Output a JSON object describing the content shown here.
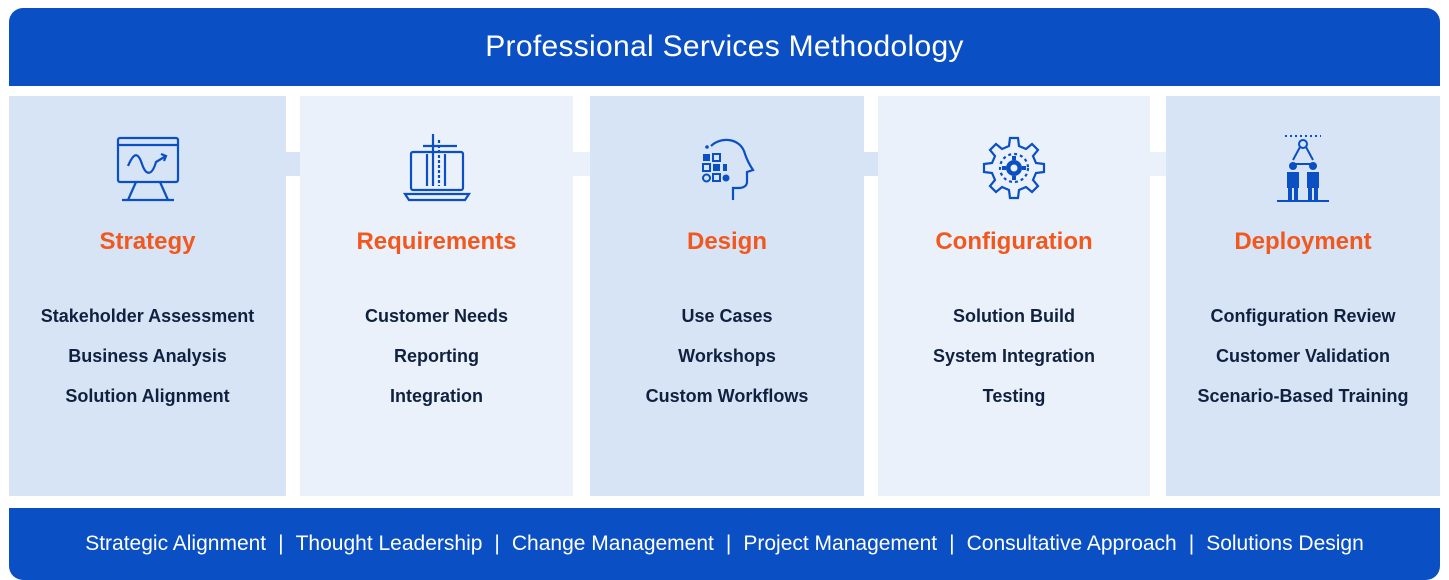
{
  "header": {
    "title": "Professional Services Methodology"
  },
  "phases": [
    {
      "title": "Strategy",
      "icon": "presentation-board-icon",
      "items": [
        "Stakeholder Assessment",
        "Business Analysis",
        "Solution Alignment"
      ]
    },
    {
      "title": "Requirements",
      "icon": "laptop-blueprint-icon",
      "items": [
        "Customer Needs",
        "Reporting",
        "Integration"
      ]
    },
    {
      "title": "Design",
      "icon": "head-thinking-icon",
      "items": [
        "Use Cases",
        "Workshops",
        "Custom Workflows"
      ]
    },
    {
      "title": "Configuration",
      "icon": "gear-cog-icon",
      "items": [
        "Solution Build",
        "System Integration",
        "Testing"
      ]
    },
    {
      "title": "Deployment",
      "icon": "team-network-icon",
      "items": [
        "Configuration Review",
        "Customer Validation",
        "Scenario-Based Training"
      ]
    }
  ],
  "footer": {
    "items": [
      "Strategic Alignment",
      "Thought Leadership",
      "Change Management",
      "Project Management",
      "Consultative Approach",
      "Solutions Design"
    ],
    "separator": "|"
  },
  "colors": {
    "brand_blue": "#0a4fc4",
    "accent_orange": "#f2581d",
    "column_dark": "#d6e4f6",
    "column_light": "#eaf1fb",
    "arrow": "#d6e4f6"
  }
}
